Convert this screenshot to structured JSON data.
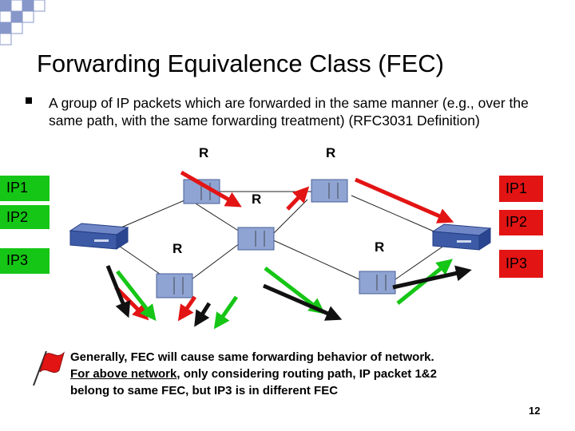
{
  "slide": {
    "title": "Forwarding Equivalence Class (FEC)",
    "bullet": "A group of IP packets which are forwarded in the same manner (e.g., over the same path, with the same forwarding treatment) (RFC3031 Definition)",
    "note": {
      "line1": "Generally, FEC will cause same forwarding behavior of network.",
      "line2_underlined": "For above network",
      "line2_rest": ", only considering routing path, IP packet 1&2",
      "line3": "belong to same FEC, but IP3 is in different FEC"
    },
    "page_number": "12"
  },
  "diagram": {
    "router_label": "R",
    "ingress_labels": [
      "IP1",
      "IP2",
      "IP3"
    ],
    "egress_labels": [
      "IP1",
      "IP2",
      "IP3"
    ],
    "colors": {
      "ip1": "#e31414",
      "ip2": "#16c616",
      "ip3": "#111111",
      "ip_box_ingress": "#16c616",
      "ip_box_egress": "#e31414",
      "router_blue": "#8fa4d2",
      "edge_router": "#3c5aa6",
      "deco_squares": "#8797c9"
    }
  }
}
